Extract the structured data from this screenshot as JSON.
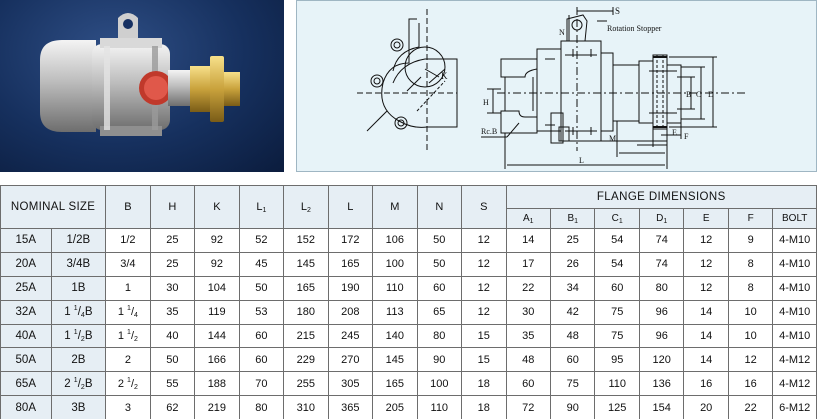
{
  "drawing": {
    "labels": {
      "s": "S",
      "rotation_stopper": "Rotation Stopper",
      "n": "N",
      "k": "K",
      "h": "H",
      "rc_b": "Rc.B",
      "b": "B",
      "c": "C",
      "d": "D",
      "e": "E",
      "f": "F",
      "l": "L",
      "m": "M"
    }
  },
  "table": {
    "header": {
      "nominal_size": "NOMINAL SIZE",
      "b": "B",
      "h": "H",
      "k": "K",
      "l1": "L1",
      "l2": "L2",
      "l": "L",
      "m": "M",
      "n": "N",
      "s": "S",
      "flange_dimensions": "FLANGE DIMENSIONS",
      "a1": "A1",
      "b1": "B1",
      "c1": "C1",
      "d1": "D1",
      "e": "E",
      "f": "F",
      "bolt": "BOLT"
    },
    "rows": [
      {
        "nominal_a": "15A",
        "nominal_b": "1/2B",
        "b": "1/2",
        "h": "25",
        "k": "92",
        "l1": "52",
        "l2": "152",
        "l": "172",
        "m": "106",
        "n": "50",
        "s": "12",
        "a1": "14",
        "b1": "25",
        "c1": "54",
        "d1": "74",
        "e": "12",
        "f": "9",
        "bolt": "4-M10"
      },
      {
        "nominal_a": "20A",
        "nominal_b": "3/4B",
        "b": "3/4",
        "h": "25",
        "k": "92",
        "l1": "45",
        "l2": "145",
        "l": "165",
        "m": "100",
        "n": "50",
        "s": "12",
        "a1": "17",
        "b1": "26",
        "c1": "54",
        "d1": "74",
        "e": "12",
        "f": "8",
        "bolt": "4-M10"
      },
      {
        "nominal_a": "25A",
        "nominal_b": "1B",
        "b": "1",
        "h": "30",
        "k": "104",
        "l1": "50",
        "l2": "165",
        "l": "190",
        "m": "110",
        "n": "60",
        "s": "12",
        "a1": "22",
        "b1": "34",
        "c1": "60",
        "d1": "80",
        "e": "12",
        "f": "8",
        "bolt": "4-M10"
      },
      {
        "nominal_a": "32A",
        "nominal_b": "1 1/4B",
        "b": "1 1/4",
        "h": "35",
        "k": "119",
        "l1": "53",
        "l2": "180",
        "l": "208",
        "m": "113",
        "n": "65",
        "s": "12",
        "a1": "30",
        "b1": "42",
        "c1": "75",
        "d1": "96",
        "e": "14",
        "f": "10",
        "bolt": "4-M10"
      },
      {
        "nominal_a": "40A",
        "nominal_b": "1 1/2B",
        "b": "1 1/2",
        "h": "40",
        "k": "144",
        "l1": "60",
        "l2": "215",
        "l": "245",
        "m": "140",
        "n": "80",
        "s": "15",
        "a1": "35",
        "b1": "48",
        "c1": "75",
        "d1": "96",
        "e": "14",
        "f": "10",
        "bolt": "4-M10"
      },
      {
        "nominal_a": "50A",
        "nominal_b": "2B",
        "b": "2",
        "h": "50",
        "k": "166",
        "l1": "60",
        "l2": "229",
        "l": "270",
        "m": "145",
        "n": "90",
        "s": "15",
        "a1": "48",
        "b1": "60",
        "c1": "95",
        "d1": "120",
        "e": "14",
        "f": "12",
        "bolt": "4-M12"
      },
      {
        "nominal_a": "65A",
        "nominal_b": "2 1/2B",
        "b": "2 1/2",
        "h": "55",
        "k": "188",
        "l1": "70",
        "l2": "255",
        "l": "305",
        "m": "165",
        "n": "100",
        "s": "18",
        "a1": "60",
        "b1": "75",
        "c1": "110",
        "d1": "136",
        "e": "16",
        "f": "16",
        "bolt": "4-M12"
      },
      {
        "nominal_a": "80A",
        "nominal_b": "3B",
        "b": "3",
        "h": "62",
        "k": "219",
        "l1": "80",
        "l2": "310",
        "l": "365",
        "m": "205",
        "n": "110",
        "s": "18",
        "a1": "72",
        "b1": "90",
        "c1": "125",
        "d1": "154",
        "e": "20",
        "f": "22",
        "bolt": "6-M12"
      }
    ]
  }
}
